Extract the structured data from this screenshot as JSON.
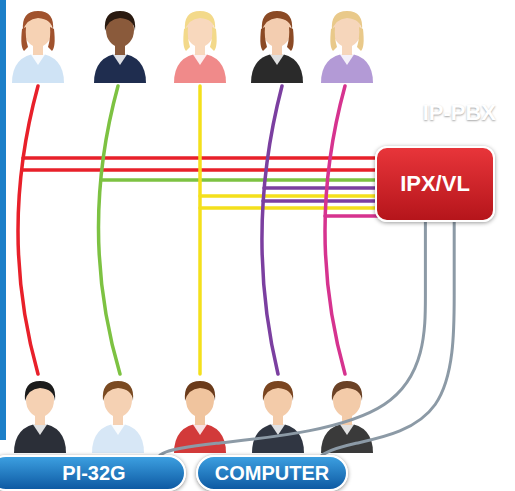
{
  "diagram": {
    "nodes": [
      {
        "text": [
          "IP-PBX"
        ]
      },
      {
        "text": [
          "IPX/VL"
        ],
        "in": 0
      },
      {
        "text": [
          "PI-32G"
        ]
      },
      {
        "text": [
          "COMPUTER"
        ]
      }
    ],
    "edges": [
      {
        "from": 1,
        "to": 2,
        "arrow": "none"
      },
      {
        "from": 1,
        "to": 3,
        "arrow": "none"
      }
    ]
  }
}
